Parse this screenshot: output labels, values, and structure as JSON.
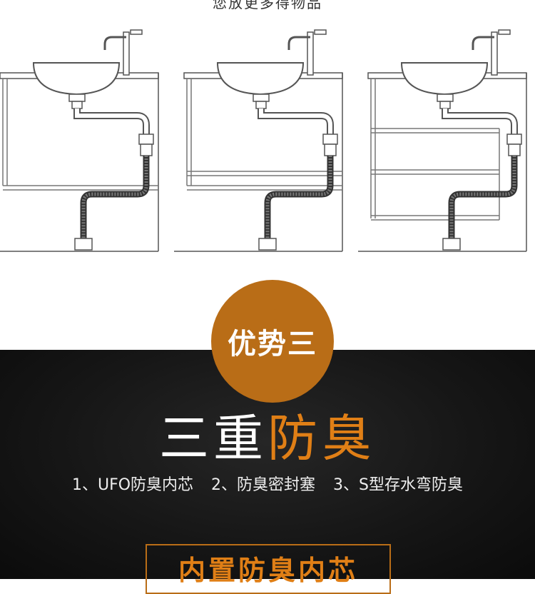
{
  "top_caption": "您放更多得物品",
  "illustrations": [
    {
      "name": "sink-cabinet-open"
    },
    {
      "name": "sink-cabinet-shelf"
    },
    {
      "name": "sink-cabinet-two-shelves"
    }
  ],
  "badge": {
    "label": "优势三"
  },
  "headline": {
    "part_white": "三重",
    "part_orange": "防臭"
  },
  "features": [
    "1、UFO防臭内芯",
    "2、防臭密封塞",
    "3、S型存水弯防臭"
  ],
  "bottom_box": {
    "title": "内置防臭内芯"
  },
  "colors": {
    "accent": "#e07f16",
    "badge": "#b96d17",
    "dark_bg": "#161616",
    "line": "#555555"
  }
}
